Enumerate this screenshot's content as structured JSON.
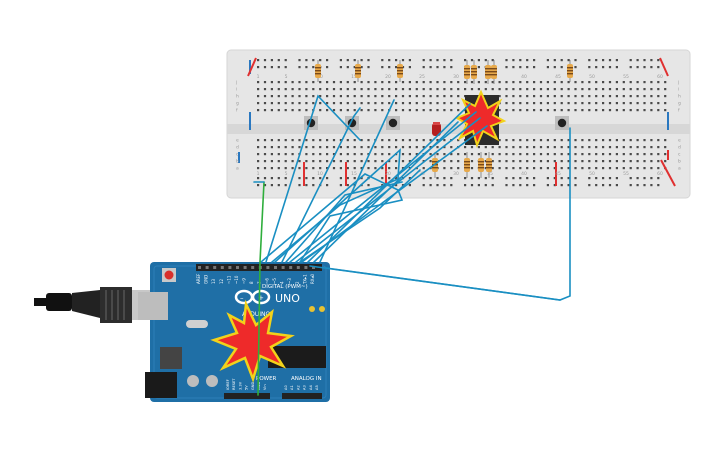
{
  "arduino": {
    "brand": "ARDUINO",
    "model": "UNO",
    "digital_label": "DIGITAL (PWM~)",
    "power_label": "POWER",
    "analog_label": "ANALOG IN",
    "digital_pins": [
      "AREF",
      "GND",
      "13",
      "12",
      "~11",
      "~10",
      "~9",
      "8",
      "7",
      "~6",
      "~5",
      "4",
      "~3",
      "2",
      "TX▸1",
      "RX◂0"
    ],
    "power_pins": [
      "IOREF",
      "RESET",
      "3.3V",
      "5V",
      "GND",
      "GND",
      "Vin"
    ],
    "analog_pins": [
      "A0",
      "A1",
      "A2",
      "A3",
      "A4",
      "A5"
    ]
  },
  "breadboard": {
    "column_labels": [
      "1",
      "5",
      "10",
      "15",
      "20",
      "25",
      "30",
      "35",
      "40",
      "45",
      "50",
      "55",
      "60"
    ],
    "row_labels": [
      "j",
      "i",
      "h",
      "g",
      "f",
      "e",
      "d",
      "c",
      "b",
      "a"
    ]
  },
  "colors": {
    "board_blue": "#1f6fa6",
    "wire": "#1a8fc2",
    "wire_green": "#2fae3c",
    "rail_red": "#e03030",
    "rail_blue": "#2a78c0",
    "resistor": "#e7a94b",
    "led": "#b41e1e",
    "explosion": "#ee2a2a"
  }
}
